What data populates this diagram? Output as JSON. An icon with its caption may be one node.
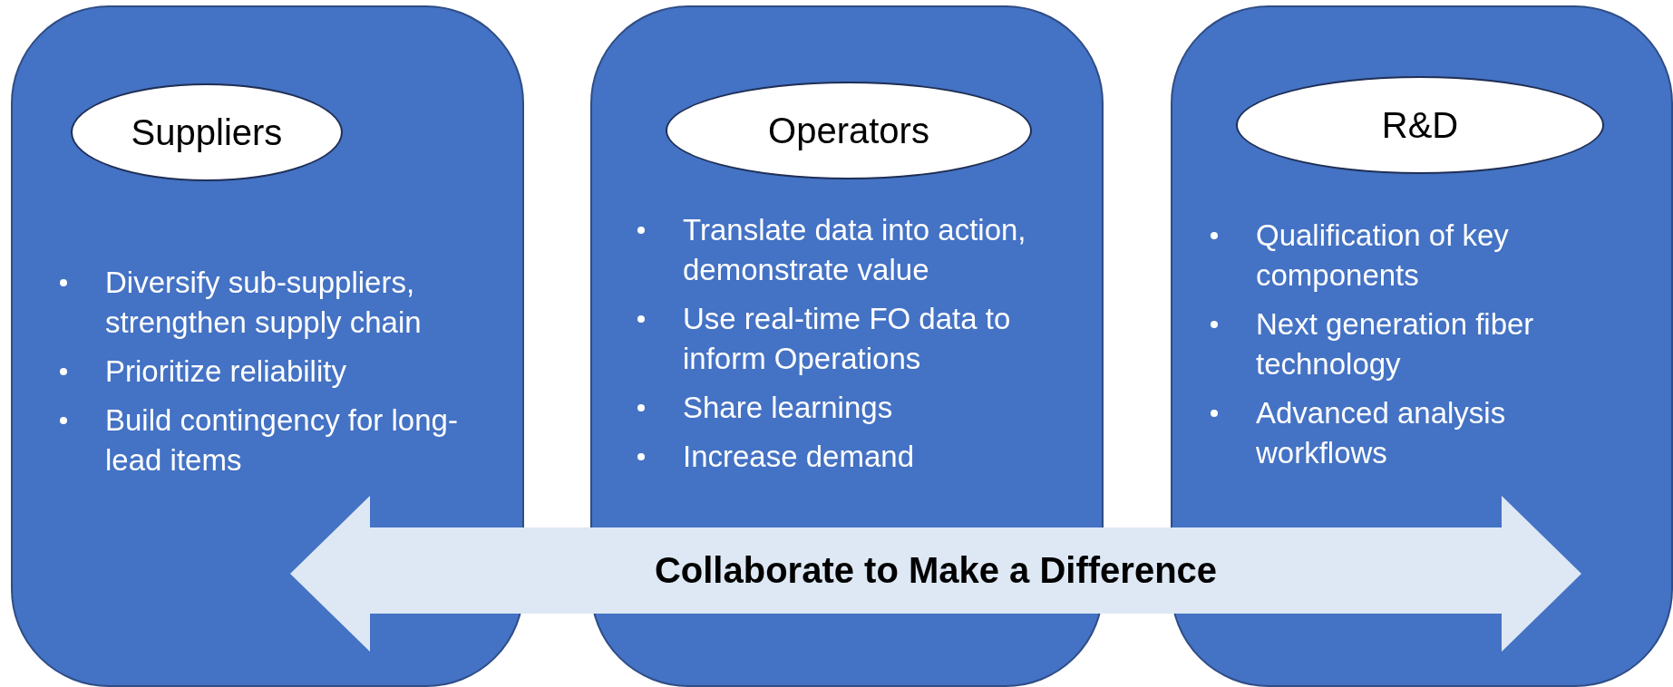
{
  "diagram": {
    "nodes": [
      {
        "text": [
          "Diversify sub-suppliers, strengthen supply chain",
          "Prioritize reliability",
          "Build contingency for long-lead items"
        ]
      },
      {
        "text": [
          "Suppliers"
        ],
        "in": 0
      },
      {
        "text": [
          "Translate data into action, demonstrate value",
          "Use real-time FO data to inform Operations",
          "Share learnings",
          "Increase demand"
        ]
      },
      {
        "text": [
          "Operators"
        ],
        "in": 2
      },
      {
        "text": [
          "Qualification of key components",
          "Next generation fiber technology",
          "Advanced analysis workflows"
        ]
      },
      {
        "text": [
          "R&D"
        ],
        "in": 4
      },
      {
        "text": [
          "Collaborate to Make a Difference"
        ]
      }
    ],
    "edges": []
  }
}
